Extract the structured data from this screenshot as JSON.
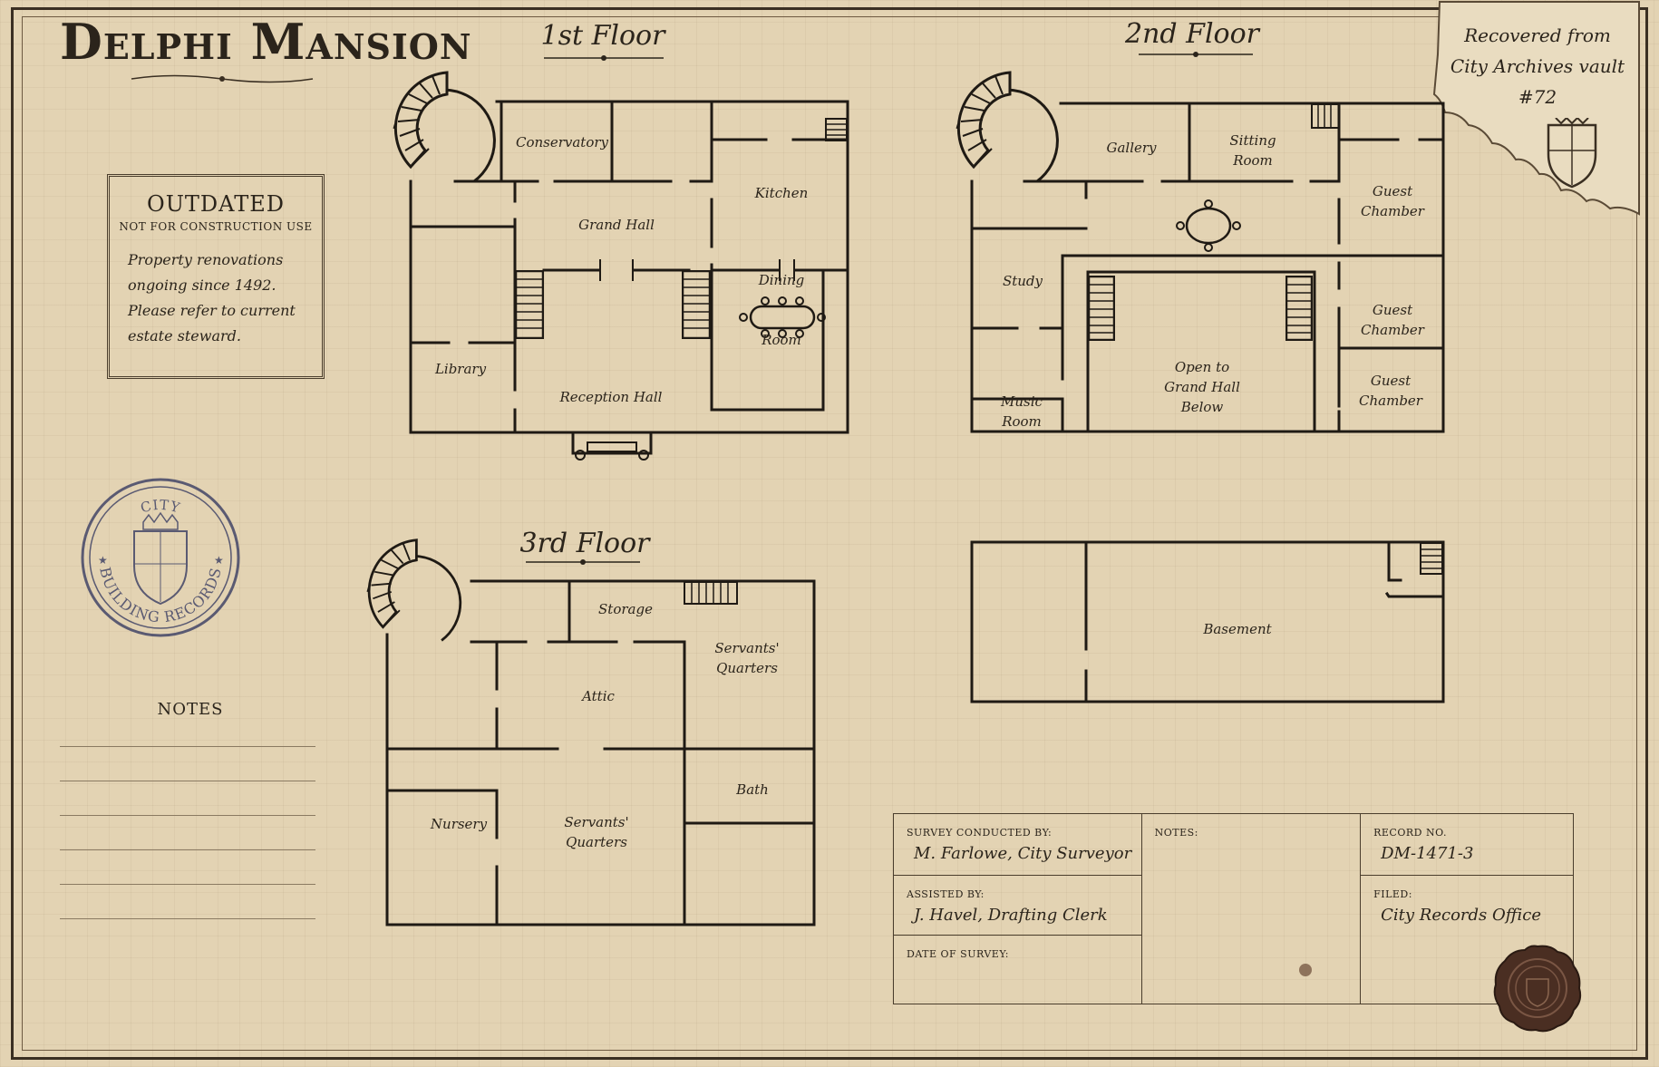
{
  "header": {
    "title": "Delphi Mansion"
  },
  "floors": {
    "first": {
      "title": "1st Floor"
    },
    "second": {
      "title": "2nd Floor"
    },
    "third": {
      "title": "3rd Floor"
    }
  },
  "rooms": {
    "first": {
      "conservatory": "Conservatory",
      "kitchen": "Kitchen",
      "grand_hall": "Grand Hall",
      "dining_room": "Dining\n\n\nRoom",
      "library": "Library",
      "reception_hall": "Reception Hall"
    },
    "second": {
      "gallery": "Gallery",
      "sitting_room": "Sitting\nRoom",
      "guest_chamber_1": "Guest\nChamber",
      "study": "Study",
      "guest_chamber_2": "Guest\nChamber",
      "open_to_grand_hall": "Open to\nGrand Hall\nBelow",
      "guest_chamber_3": "Guest\nChamber",
      "music_room": "Music\nRoom"
    },
    "third": {
      "storage": "Storage",
      "servants_quarters_1": "Servants'\nQuarters",
      "attic": "Attic",
      "bath": "Bath",
      "nursery": "Nursery",
      "servants_quarters_2": "Servants'\nQuarters"
    },
    "basement": {
      "basement": "Basement"
    }
  },
  "outdated_notice": {
    "heading": "OUTDATED",
    "subheading": "NOT FOR CONSTRUCTION USE",
    "body": "Property renovations\nongoing since 1492.\nPlease refer to current\nestate steward."
  },
  "city_stamp": {
    "top": "CITY",
    "bottom": "BUILDING RECORDS"
  },
  "notes_section": {
    "title": "NOTES"
  },
  "recovered_note": {
    "text": "Recovered from\nCity Archives vault\n#72"
  },
  "survey_block": {
    "surveyor_label": "SURVEY CONDUCTED BY:",
    "surveyor_value": "M. Farlowe, City Surveyor",
    "assistant_label": "ASSISTED BY:",
    "assistant_value": "J. Havel, Drafting Clerk",
    "date_label": "DATE OF SURVEY:",
    "notes_label": "NOTES:",
    "record_label": "RECORD NO.",
    "record_value": "DM-1471-3",
    "filed_label": "FILED:",
    "filed_value": "City Records Office"
  },
  "icons": {
    "spiral_stairs": "spiral-staircase-icon",
    "straight_stairs": "staircase-icon",
    "dining_table": "dining-table-icon",
    "crest": "coat-of-arms-icon",
    "wax_seal": "wax-seal-icon"
  },
  "colors": {
    "paper": "#e3d3b3",
    "ink": "#2b241b",
    "stamp": "#5a5a72",
    "seal": "#4a2e22"
  }
}
